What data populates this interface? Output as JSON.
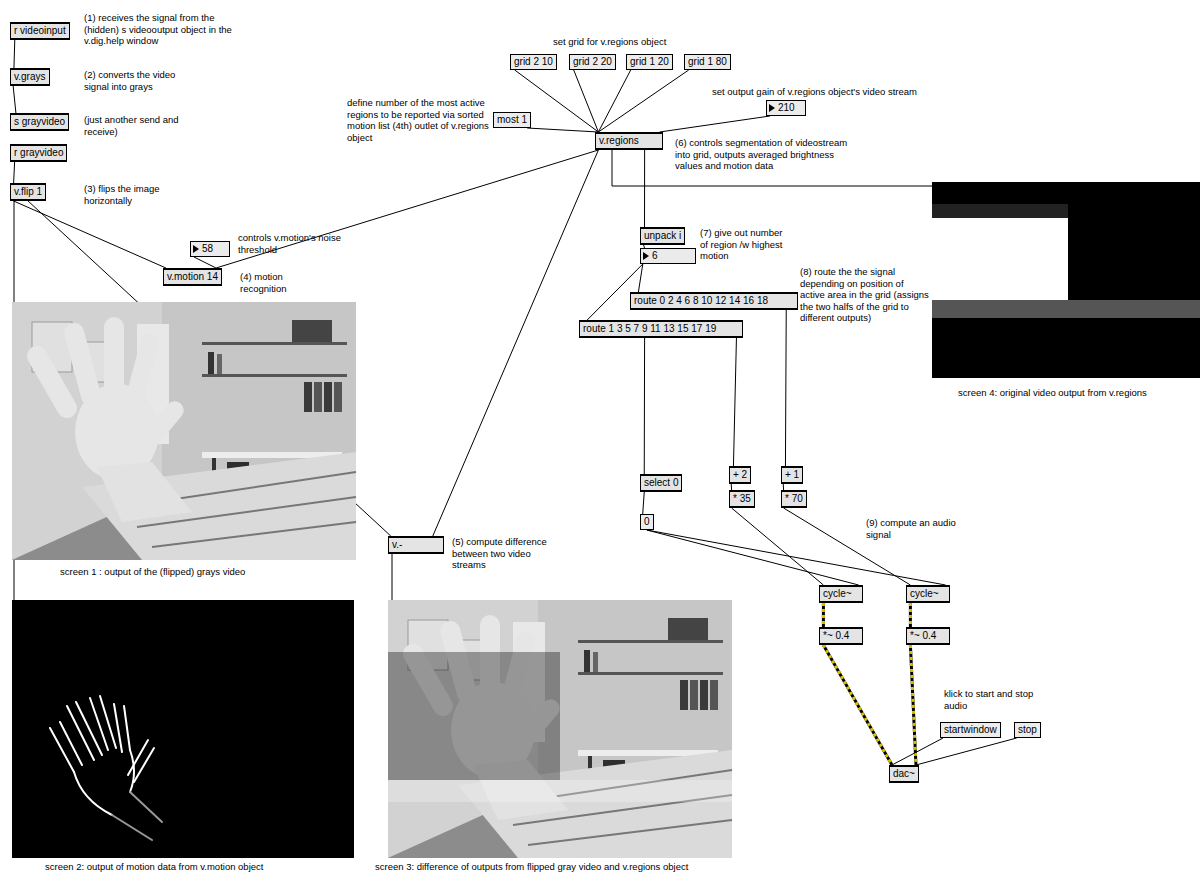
{
  "diagram": {
    "nodes": [
      {
        "text": [
          "r videoinput"
        ]
      },
      {
        "text": [
          "v.grays"
        ]
      },
      {
        "text": [
          "s grayvideo"
        ]
      },
      {
        "text": [
          "r grayvideo"
        ]
      },
      {
        "text": [
          "v.flip 1"
        ]
      },
      {
        "text": [
          "58"
        ]
      },
      {
        "text": [
          "v.motion 14"
        ]
      },
      {
        "text": [
          "grid 2 10"
        ]
      },
      {
        "text": [
          "grid 2 20"
        ]
      },
      {
        "text": [
          "grid 1 20"
        ]
      },
      {
        "text": [
          "grid 1 80"
        ]
      },
      {
        "text": [
          "210"
        ]
      },
      {
        "text": [
          "most 1"
        ]
      },
      {
        "text": [
          "v.regions"
        ]
      },
      {
        "text": [
          "unpack i"
        ]
      },
      {
        "text": [
          "6"
        ]
      },
      {
        "text": [
          "route 0 2 4 6 8 10 12 14 16 18"
        ]
      },
      {
        "text": [
          "route 1 3 5 7 9 11 13 15 17 19"
        ]
      },
      {
        "text": [
          "v.-"
        ]
      },
      {
        "text": [
          "select 0"
        ]
      },
      {
        "text": [
          "0"
        ]
      },
      {
        "text": [
          "+ 2"
        ]
      },
      {
        "text": [
          "* 35"
        ]
      },
      {
        "text": [
          "+ 1"
        ]
      },
      {
        "text": [
          "* 70"
        ]
      },
      {
        "text": [
          "cycle~"
        ]
      },
      {
        "text": [
          "cycle~"
        ]
      },
      {
        "text": [
          "*~ 0.4"
        ]
      },
      {
        "text": [
          "*~ 0.4"
        ]
      },
      {
        "text": [
          "startwindow"
        ]
      },
      {
        "text": [
          "stop"
        ]
      },
      {
        "text": [
          "dac~"
        ]
      }
    ],
    "edges": [
      {
        "from": 0,
        "to": 1,
        "arrow": "none"
      },
      {
        "from": 1,
        "to": 2,
        "arrow": "none"
      },
      {
        "from": 3,
        "to": 4,
        "arrow": "none"
      },
      {
        "from": 4,
        "to": 6,
        "arrow": "none"
      },
      {
        "from": 4,
        "to": 18,
        "arrow": "none"
      },
      {
        "from": 5,
        "to": 6,
        "arrow": "none"
      },
      {
        "from": 13,
        "to": 6,
        "arrow": "none"
      },
      {
        "from": 7,
        "to": 13,
        "arrow": "none"
      },
      {
        "from": 8,
        "to": 13,
        "arrow": "none"
      },
      {
        "from": 9,
        "to": 13,
        "arrow": "none"
      },
      {
        "from": 10,
        "to": 13,
        "arrow": "none"
      },
      {
        "from": 12,
        "to": 13,
        "arrow": "none"
      },
      {
        "from": 11,
        "to": 13,
        "arrow": "none"
      },
      {
        "from": 13,
        "to": 18,
        "arrow": "none"
      },
      {
        "from": 13,
        "to": 14,
        "arrow": "none"
      },
      {
        "from": 14,
        "to": 15,
        "arrow": "none"
      },
      {
        "from": 15,
        "to": 16,
        "arrow": "none"
      },
      {
        "from": 15,
        "to": 17,
        "arrow": "none"
      },
      {
        "from": 17,
        "to": 19,
        "arrow": "none"
      },
      {
        "from": 17,
        "to": 21,
        "arrow": "none"
      },
      {
        "from": 16,
        "to": 23,
        "arrow": "none"
      },
      {
        "from": 19,
        "to": 20,
        "arrow": "none"
      },
      {
        "from": 21,
        "to": 22,
        "arrow": "none"
      },
      {
        "from": 23,
        "to": 24,
        "arrow": "none"
      },
      {
        "from": 22,
        "to": 25,
        "arrow": "none"
      },
      {
        "from": 24,
        "to": 26,
        "arrow": "none"
      },
      {
        "from": 20,
        "to": 25,
        "arrow": "none"
      },
      {
        "from": 20,
        "to": 26,
        "arrow": "none"
      },
      {
        "from": 25,
        "to": 27,
        "arrow": "none"
      },
      {
        "from": 26,
        "to": 28,
        "arrow": "none"
      },
      {
        "from": 27,
        "to": 31,
        "arrow": "none"
      },
      {
        "from": 28,
        "to": 31,
        "arrow": "none"
      },
      {
        "from": 29,
        "to": 31,
        "arrow": "none"
      },
      {
        "from": 30,
        "to": 31,
        "arrow": "none"
      }
    ],
    "labels": [
      "(1) receives the signal from the (hidden) s videooutput object in the v.dig.help window",
      "(2) converts the video signal into grays",
      "(just another send and receive)",
      "(3) flips the image horizontally",
      "controls v.motion's noise threshold",
      "(4) motion recognition",
      "set grid for v.regions object",
      "set output gain of v.regions object's video stream",
      "define number of the most active regions to be reported via sorted motion list (4th) outlet of v.regions object",
      "(6) controls segmentation of videostream into grid, outputs averaged brightness values and motion data",
      "(7) give out number of region /w highest motion",
      "(8) route the the signal depending on position of active area in the grid (assigns the two halfs of the grid to different outputs)",
      "(5) compute difference between two video streams",
      "(9) compute an audio signal",
      "klick to start and stop audio",
      "screen 1 : output of the (flipped) grays video",
      "screen 2: output of motion data from v.motion object",
      "screen 3: difference of outputs from flipped gray video and v.regions object",
      "screen 4: original video output from v.regions"
    ]
  }
}
